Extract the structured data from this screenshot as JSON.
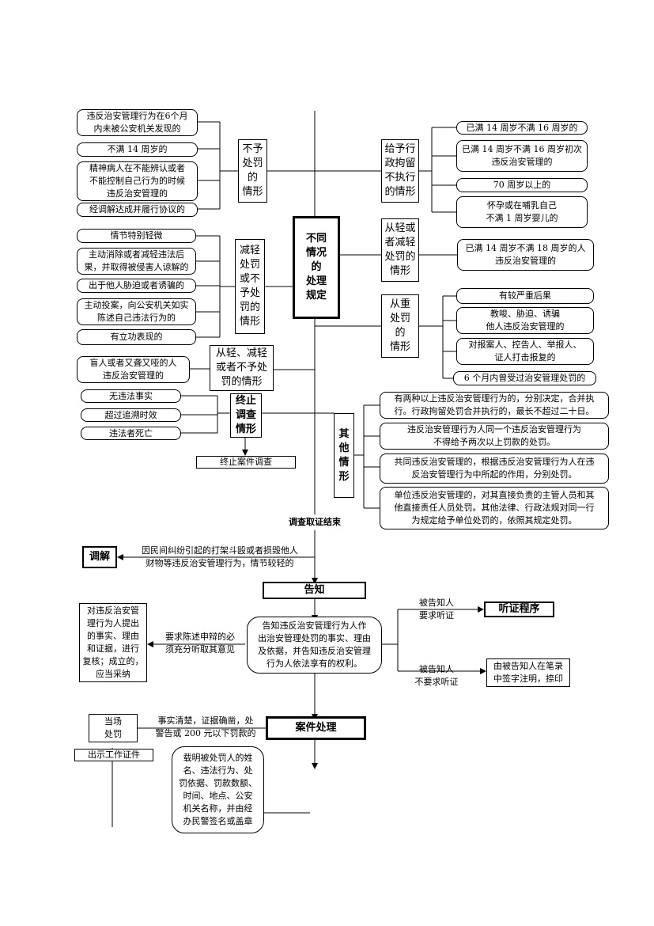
{
  "center": {
    "title": "不同\n情况\n的\n处理\n规定"
  },
  "left": {
    "no_punish": {
      "label": "不予\n处罚\n的\n情形",
      "items": [
        "违反治安管理行为在6个月\n内未被公安机关发现的",
        "不满 14 周岁的",
        "精神病人在不能辨认或者\n不能控制自己行为的时候\n违反治安管理的",
        "经调解达成并履行协议的"
      ]
    },
    "reduce": {
      "label": "减轻\n处罚\n或不\n予处\n罚的\n情形",
      "items": [
        "情节特别轻微",
        "主动消除或者减轻违法后\n果，并取得被侵害人谅解的",
        "出于他人胁迫或者诱骗的",
        "主动投案，向公安机关如实\n陈述自己违法行为的",
        "有立功表现的"
      ]
    },
    "lighter": {
      "label": "从轻、减轻\n或者不予处\n罚的情形",
      "items": [
        "盲人或者又聋又哑的人\n违反治安管理的"
      ]
    },
    "terminate": {
      "label": "终止\n调查\n情形",
      "items": [
        "无违法事实",
        "超过追溯时效",
        "违法者死亡"
      ],
      "result": "终止案件调查"
    }
  },
  "right": {
    "detention": {
      "label": "给予行\n政拘留\n不执行\n的情形",
      "items": [
        "已满 14 周岁不满 16 周岁的",
        "已满 14 周岁不满 16 周岁初次\n违反治安管理的",
        "70 周岁以上的",
        "怀孕或在哺乳自己\n不满 1 周岁婴儿的"
      ]
    },
    "lighter": {
      "label": "从轻或\n者减轻\n处罚的\n情形",
      "items": [
        "已满 14 周岁不满 18 周岁的人\n违反治安管理的"
      ]
    },
    "heavier": {
      "label": "从重\n处罚\n的\n情形",
      "items": [
        "有较严重后果",
        "教唆、胁迫、诱骗\n他人违反治安管理的",
        "对报案人、控告人、举报人、\n证人打击报复的",
        "6 个月内曾受过治安管理处罚的"
      ]
    },
    "others": {
      "label": "其\n他\n情\n形",
      "items": [
        "有两种以上违反治安管理行为的，分别决定，合并执\n行。行政拘留处罚合并执行的，最长不超过二十日。",
        "违反治安管理行为人同一个违反治安管理行为\n不得给予两次以上罚款的处罚。",
        "共同违反治安管理的，根据违反治安管理行为人在违\n反治安管理行为中所起的作用，分别处罚。",
        "单位违反治安管理的，对其直接负责的主管人员和其\n他直接责任人员处罚。其他法律、行政法规对同一行\n为规定给予单位处罚的，依照其规定处罚。"
      ]
    }
  },
  "flow": {
    "investigation_end": "调查取证结束",
    "mediation": "调解",
    "mediation_condition": "因民间纠纷引起的打架斗殴或者损毁他人\n财物等违反治安管理行为，情节较轻的",
    "notice": "告知",
    "notice_content": "告知违反治安管理行为人作\n出治安管理处罚的事实、理由\n及依据，并告知违反治安管理\n行为人依法享有的权利。",
    "review_box": "对违反治安管\n理行为人提出\n的事实、理由\n和证据，进行\n复核；成立的，\n应当采纳",
    "review_condition": "要求陈述申辩的必\n须充分听取其意见",
    "hearing_condition": "被告知人\n要求听证",
    "hearing": "听证程序",
    "no_hearing_condition": "被告知人\n不要求听证",
    "no_hearing_result": "由被告知人在笔录\n中签字注明，捺印",
    "case_handling": "案件处理",
    "on_spot": "当场\n处罚",
    "on_spot_condition": "事实清楚，证据确凿，处\n警告或 200 元以下罚款的",
    "show_id": "出示工作证件",
    "decision_content": "载明被处罚人的姓\n名、违法行为、处\n罚依据、罚款数额、\n时间、地点、公安\n机关名称，并由经\n办民警签名或盖章"
  }
}
